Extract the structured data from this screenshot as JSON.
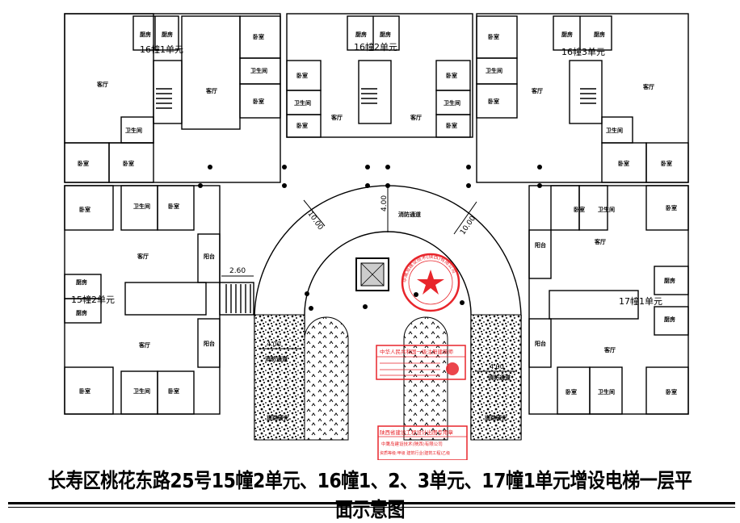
{
  "title": "长寿区桃花东路25号15幢2单元、16幢1、2、3单元、17幢1单元增设电梯一层平面示意图",
  "units": {
    "u16_1": "16幢1单元",
    "u16_2": "16幢2单元",
    "u16_3": "16幢3单元",
    "u15_2": "15幢2单元",
    "u17_1": "17幢1单元"
  },
  "rooms": {
    "kitchen": "厨房",
    "bedroom": "卧室",
    "bath": "卫生间",
    "living": "客厅",
    "balcony": "阳台"
  },
  "road": {
    "fire_road": "消防通道",
    "green": "道路硬化"
  },
  "dims": {
    "d260": "2.60",
    "d400": "4.00",
    "d1000": "10.00"
  },
  "stamp": {
    "circle_text": "中鹰岛建设技术(陕西)有限公司",
    "rect1_title": "中华人民共和国一级注册建筑师",
    "rect2_title": "陕西省建设工程设计出图专用章",
    "rect2_company": "中鹰岛建设技术(陕西)有限公司",
    "rect2_scope": "资质等级:甲级 建筑行业(建筑工程)乙级"
  },
  "colors": {
    "line": "#000000",
    "stamp": "#e8252b"
  }
}
